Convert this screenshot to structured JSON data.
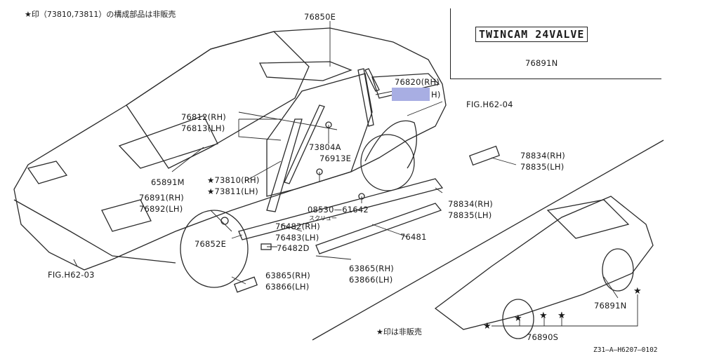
{
  "notes": {
    "top_left": "★印（73810,73811）の構成部品は非販売",
    "bottom_center": "★印は非販売",
    "drawing_code": "Z31—A—H6207—0102"
  },
  "badge": {
    "text": "TWINCAM 24VALVE",
    "part": "76891N"
  },
  "labels": {
    "p76850E": "76850E",
    "p76820": "76820(RH)",
    "p76820_lh": "H)",
    "fig_h62_04": "FIG.H62-04",
    "p76812": "76812(RH)",
    "p76813": "76813(LH)",
    "p73804A": "73804A",
    "p76913E": "76913E",
    "p65891M": "65891M",
    "p73810": "★73810(RH)",
    "p73811": "★73811(LH)",
    "p76891": "76891(RH)",
    "p76892": "76892(LH)",
    "p08530": "08530—61642",
    "screw": "スクリュー",
    "p76482": "76482(RH)",
    "p76483": "76483(LH)",
    "p76482D": "76482D",
    "p76852E": "76852E",
    "p76481": "76481",
    "p78834a": "78834(RH)",
    "p78835a": "78835(LH)",
    "p78834b": "78834(RH)",
    "p78835b": "78835(LH)",
    "p63865a": "63865(RH)",
    "p63866a": "63866(LH)",
    "p63865b": "63865(RH)",
    "p63866b": "63866(LH)",
    "fig_h62_03": "FIG.H62-03",
    "p76891N": "76891N",
    "p76890S": "76890S"
  }
}
